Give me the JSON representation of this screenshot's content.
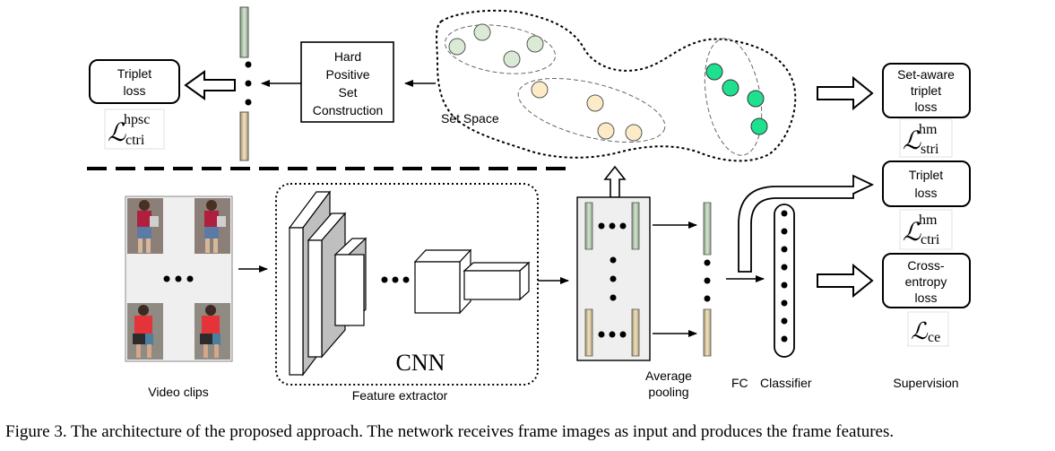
{
  "figure": {
    "caption": "Figure 3. The architecture of the proposed approach. The network receives frame images as input and produces the frame features.",
    "top_branch": {
      "triplet_loss": [
        "Triplet",
        "loss"
      ],
      "hpsc_loss_symbol": {
        "base": "ℒ",
        "sup": "hpsc",
        "sub": "ctri"
      },
      "hard_positive_box": [
        "Hard",
        "Positive",
        "Set",
        "Construction"
      ],
      "set_space_label": "Set Space",
      "set_aware_loss": [
        "Set-aware",
        "triplet",
        "loss"
      ],
      "set_aware_symbol": {
        "base": "ℒ",
        "sup": "hm",
        "sub": "stri"
      }
    },
    "bottom_branch": {
      "video_clips_label": "Video clips",
      "cnn_label": "CNN",
      "feature_extractor_label": "Feature extractor",
      "avg_pool_label": [
        "Average",
        "pooling"
      ],
      "fc_label": "FC",
      "classifier_label": "Classifier",
      "supervision_label": "Supervision",
      "triplet_loss": [
        "Triplet",
        "loss"
      ],
      "triplet_symbol": {
        "base": "ℒ",
        "sup": "hm",
        "sub": "ctri"
      },
      "ce_loss": [
        "Cross-",
        "entropy",
        "loss"
      ],
      "ce_symbol": {
        "base": "ℒ",
        "sub": "ce"
      }
    },
    "colors": {
      "cluster_green_light": "#dbead5",
      "cluster_yellow": "#fdebc8",
      "cluster_teal": "#1fe08f",
      "feature_green": "#b9cdb5",
      "feature_tan": "#e0d1ab",
      "shirt_red": "#e4343a",
      "clip_bg": "#efefef"
    }
  }
}
